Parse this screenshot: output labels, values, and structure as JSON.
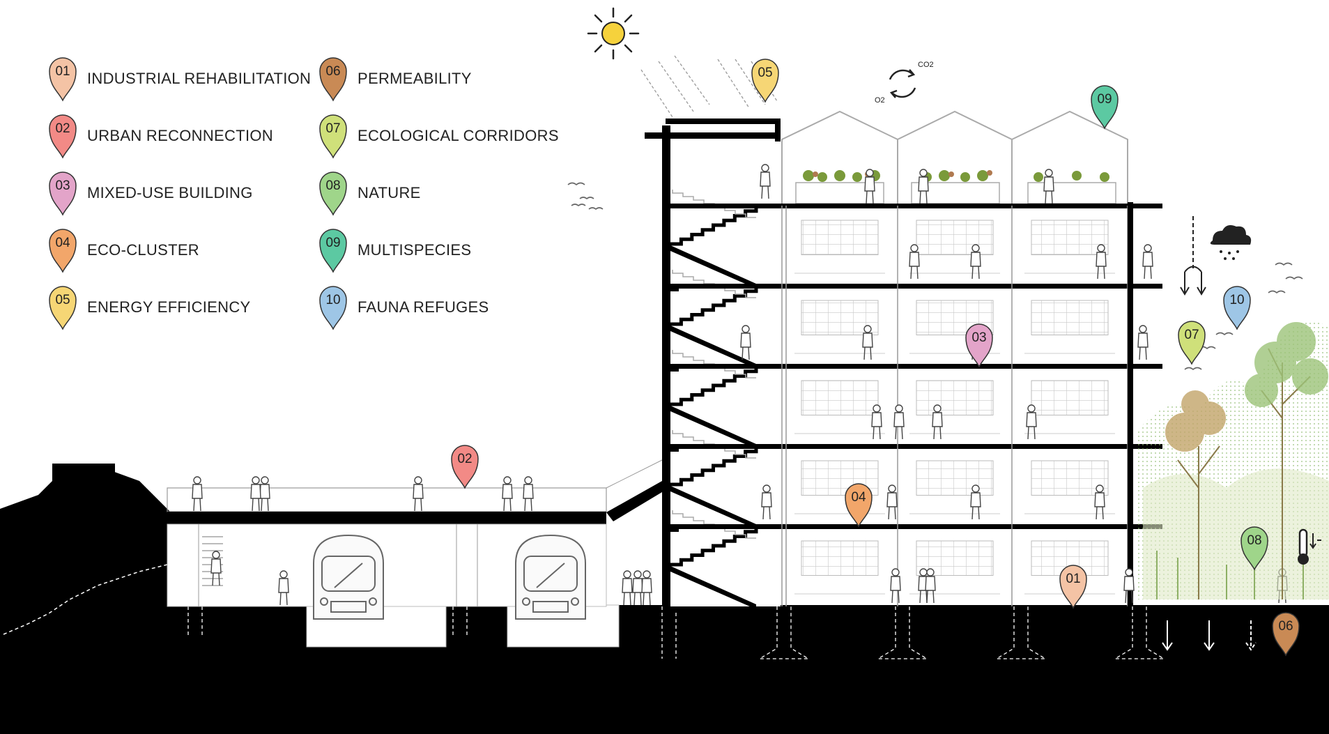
{
  "legend": [
    {
      "num": "01",
      "label": "INDUSTRIAL REHABILITATION",
      "color": "#f4c3a5"
    },
    {
      "num": "02",
      "label": "URBAN RECONNECTION",
      "color": "#f28a86"
    },
    {
      "num": "03",
      "label": "MIXED-USE BUILDING",
      "color": "#e3a4c9"
    },
    {
      "num": "04",
      "label": "ECO-CLUSTER",
      "color": "#f2a66a"
    },
    {
      "num": "05",
      "label": "ENERGY EFFICIENCY",
      "color": "#f6d675"
    },
    {
      "num": "06",
      "label": "PERMEABILITY",
      "color": "#c98a55"
    },
    {
      "num": "07",
      "label": "ECOLOGICAL CORRIDORS",
      "color": "#cfe07a"
    },
    {
      "num": "08",
      "label": "NATURE",
      "color": "#9fd58a"
    },
    {
      "num": "09",
      "label": "MULTISPECIES",
      "color": "#5cc9a2"
    },
    {
      "num": "10",
      "label": "FAUNA REFUGES",
      "color": "#9ec6e6"
    }
  ],
  "markers": [
    {
      "num": "05",
      "color": "#f6d675"
    },
    {
      "num": "09",
      "color": "#5cc9a2"
    },
    {
      "num": "10",
      "color": "#9ec6e6"
    },
    {
      "num": "07",
      "color": "#cfe07a"
    },
    {
      "num": "03",
      "color": "#e3a4c9"
    },
    {
      "num": "02",
      "color": "#f28a86"
    },
    {
      "num": "04",
      "color": "#f2a66a"
    },
    {
      "num": "08",
      "color": "#9fd58a"
    },
    {
      "num": "01",
      "color": "#f4c3a5"
    },
    {
      "num": "06",
      "color": "#c98a55"
    }
  ],
  "cycle": {
    "left": "O2",
    "right": "CO2"
  },
  "icons": [
    "sun-icon",
    "rain-cloud-icon",
    "thermometer-icon",
    "co2-cycle-icon"
  ]
}
